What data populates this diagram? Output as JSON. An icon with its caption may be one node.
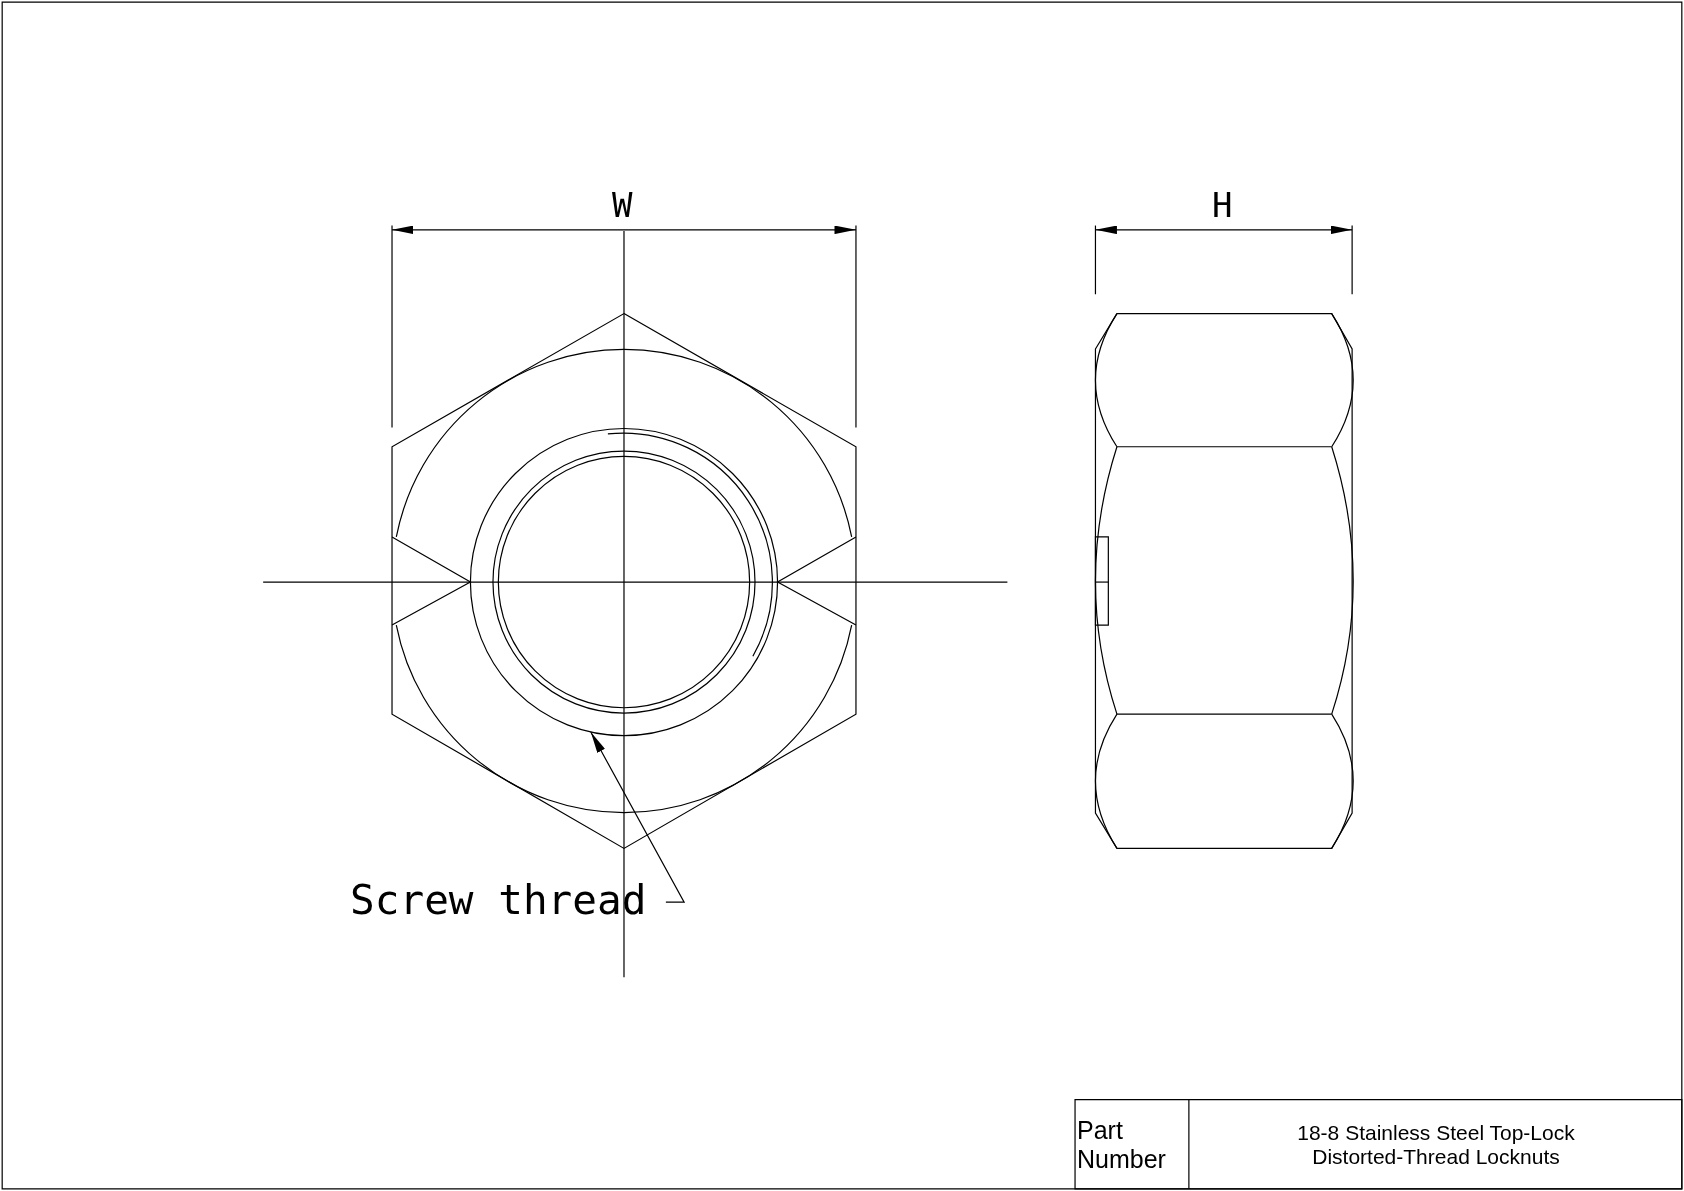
{
  "diagram": {
    "nodes": [
      {
        "text": [
          "Screw thread"
        ]
      },
      {
        "text": [],
        "shape": "circle"
      }
    ],
    "edges": [
      {
        "from": 0,
        "to": 1,
        "arrow": "to"
      }
    ],
    "labels": [
      "W",
      "H",
      "Part Number",
      "18-8 Stainless Steel Top-Lock Distorted-Thread Locknuts"
    ]
  }
}
